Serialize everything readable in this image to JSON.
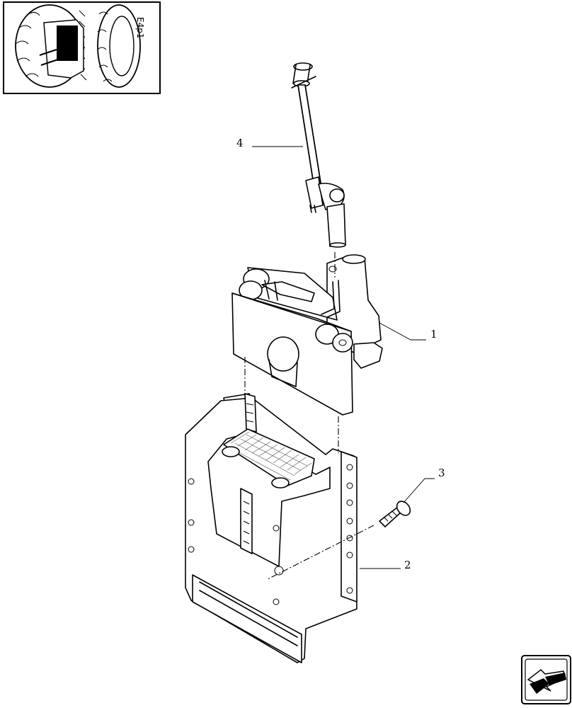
{
  "callouts": [
    {
      "id": "pin-assembly",
      "number": "4"
    },
    {
      "id": "hook-block",
      "number": "1"
    },
    {
      "id": "bolt",
      "number": "3"
    },
    {
      "id": "guide-frame",
      "number": "2"
    }
  ],
  "thumbnail": {
    "icon": "tractor-rear-location-icon",
    "caption": "E4p1"
  },
  "navigation": {
    "icon": "next-page-arrow-icon"
  }
}
